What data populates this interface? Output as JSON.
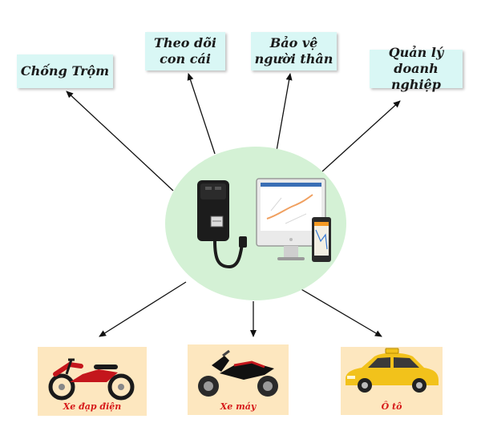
{
  "purposes": [
    {
      "line1": "Chống Trộm",
      "line2": ""
    },
    {
      "line1": "Theo dõi",
      "line2": "con cái"
    },
    {
      "line1": "Bảo vệ",
      "line2": "người thân"
    },
    {
      "line1": "Quản lý",
      "line2": "doanh nghiệp"
    }
  ],
  "vehicles": [
    {
      "label": "Xe đạp điện",
      "icon": "electric-bike-icon"
    },
    {
      "label": "Xe máy",
      "icon": "motorbike-icon"
    },
    {
      "label": "Ô tô",
      "icon": "taxi-car-icon"
    }
  ],
  "hub": {
    "device_icon": "gps-tracker-device-icon",
    "monitor_icon": "computer-monitor-map-icon",
    "phone_icon": "phone-map-icon"
  },
  "colors": {
    "purpose_box": "#d9f7f5",
    "hub": "#d4f1d5",
    "vehicle_card": "#fde7bf",
    "vehicle_label": "#d61a1a"
  }
}
